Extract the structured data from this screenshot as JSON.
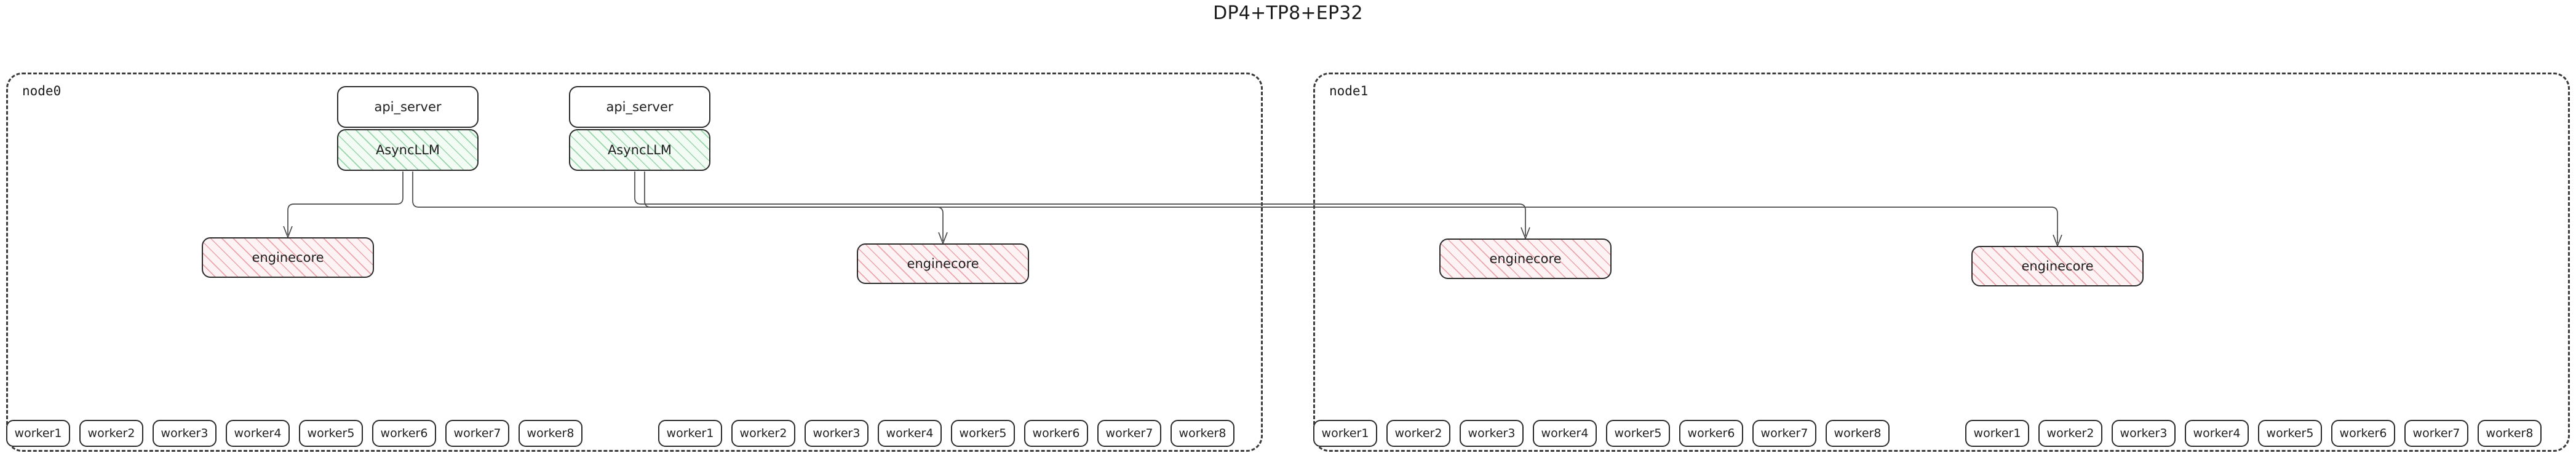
{
  "title": "DP4+TP8+EP32",
  "diagram": {
    "kind": "deployment-topology",
    "nodes": [
      {
        "id": "node0",
        "label": "node0",
        "stacks": [
          {
            "api_server": "api_server",
            "async_llm": "AsyncLLM"
          },
          {
            "api_server": "api_server",
            "async_llm": "AsyncLLM"
          }
        ],
        "enginecores": [
          {
            "label": "enginecore"
          },
          {
            "label": "enginecore"
          }
        ],
        "worker_groups": [
          {
            "workers": [
              "worker1",
              "worker2",
              "worker3",
              "worker4",
              "worker5",
              "worker6",
              "worker7",
              "worker8"
            ]
          },
          {
            "workers": [
              "worker1",
              "worker2",
              "worker3",
              "worker4",
              "worker5",
              "worker6",
              "worker7",
              "worker8"
            ]
          }
        ]
      },
      {
        "id": "node1",
        "label": "node1",
        "stacks": [],
        "enginecores": [
          {
            "label": "enginecore"
          },
          {
            "label": "enginecore"
          }
        ],
        "worker_groups": [
          {
            "workers": [
              "worker1",
              "worker2",
              "worker3",
              "worker4",
              "worker5",
              "worker6",
              "worker7",
              "worker8"
            ]
          },
          {
            "workers": [
              "worker1",
              "worker2",
              "worker3",
              "worker4",
              "worker5",
              "worker6",
              "worker7",
              "worker8"
            ]
          }
        ]
      }
    ],
    "colors": {
      "async_llm_hatch": "#4ab66a",
      "async_llm_fill": "#f3fbf5",
      "enginecore_hatch": "#e0747c",
      "enginecore_fill": "#fdf3f4",
      "box_border": "#2b2b2b",
      "cluster_border": "#3c3c3c",
      "edge": "#4a4a4a",
      "text": "#1f1f1f"
    }
  }
}
